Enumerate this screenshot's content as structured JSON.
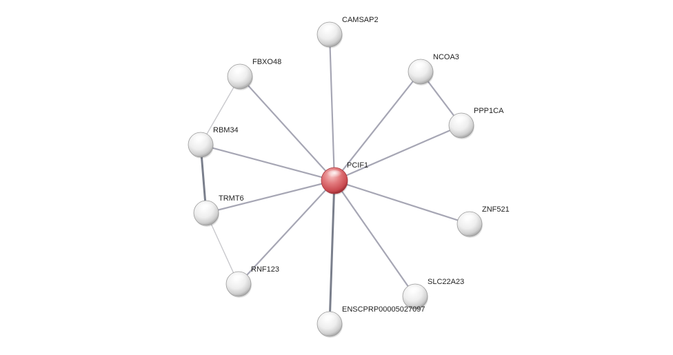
{
  "nodes": [
    {
      "id": "PCIF1",
      "label": "PCIF1",
      "type": "query",
      "color": "#e05d62"
    },
    {
      "id": "CAMSAP2",
      "label": "CAMSAP2",
      "type": "partner",
      "color": "#e6e6e6"
    },
    {
      "id": "FBXO48",
      "label": "FBXO48",
      "type": "partner",
      "color": "#e6e6e6"
    },
    {
      "id": "NCOA3",
      "label": "NCOA3",
      "type": "partner",
      "color": "#e6e6e6"
    },
    {
      "id": "PPP1CA",
      "label": "PPP1CA",
      "type": "partner",
      "color": "#e6e6e6"
    },
    {
      "id": "RBM34",
      "label": "RBM34",
      "type": "partner",
      "color": "#e6e6e6"
    },
    {
      "id": "TRMT6",
      "label": "TRMT6",
      "type": "partner",
      "color": "#e6e6e6"
    },
    {
      "id": "ZNF521",
      "label": "ZNF521",
      "type": "partner",
      "color": "#e6e6e6"
    },
    {
      "id": "RNF123",
      "label": "RNF123",
      "type": "partner",
      "color": "#e6e6e6"
    },
    {
      "id": "SLC22A23",
      "label": "SLC22A23",
      "type": "partner",
      "color": "#e6e6e6"
    },
    {
      "id": "ENSCPRP0000",
      "label": "ENSCPRP00005027097",
      "type": "partner",
      "color": "#e6e6e6"
    }
  ],
  "edges": [
    {
      "source": "PCIF1",
      "target": "CAMSAP2",
      "strength": "medium"
    },
    {
      "source": "PCIF1",
      "target": "FBXO48",
      "strength": "medium"
    },
    {
      "source": "PCIF1",
      "target": "NCOA3",
      "strength": "medium"
    },
    {
      "source": "PCIF1",
      "target": "PPP1CA",
      "strength": "medium"
    },
    {
      "source": "PCIF1",
      "target": "RBM34",
      "strength": "medium"
    },
    {
      "source": "PCIF1",
      "target": "TRMT6",
      "strength": "medium"
    },
    {
      "source": "PCIF1",
      "target": "ZNF521",
      "strength": "medium"
    },
    {
      "source": "PCIF1",
      "target": "RNF123",
      "strength": "medium"
    },
    {
      "source": "PCIF1",
      "target": "SLC22A23",
      "strength": "medium"
    },
    {
      "source": "PCIF1",
      "target": "ENSCPRP0000",
      "strength": "strong"
    },
    {
      "source": "FBXO48",
      "target": "RBM34",
      "strength": "weak"
    },
    {
      "source": "RBM34",
      "target": "TRMT6",
      "strength": "strong"
    },
    {
      "source": "TRMT6",
      "target": "RNF123",
      "strength": "weak"
    },
    {
      "source": "NCOA3",
      "target": "PPP1CA",
      "strength": "medium"
    }
  ],
  "colors": {
    "edge_weak": "#c8c8cc",
    "edge_medium": "#a6a6b4",
    "edge_strong": "#7a7f8c",
    "node_partner": "#e6e6e6",
    "node_query": "#e05d62"
  }
}
